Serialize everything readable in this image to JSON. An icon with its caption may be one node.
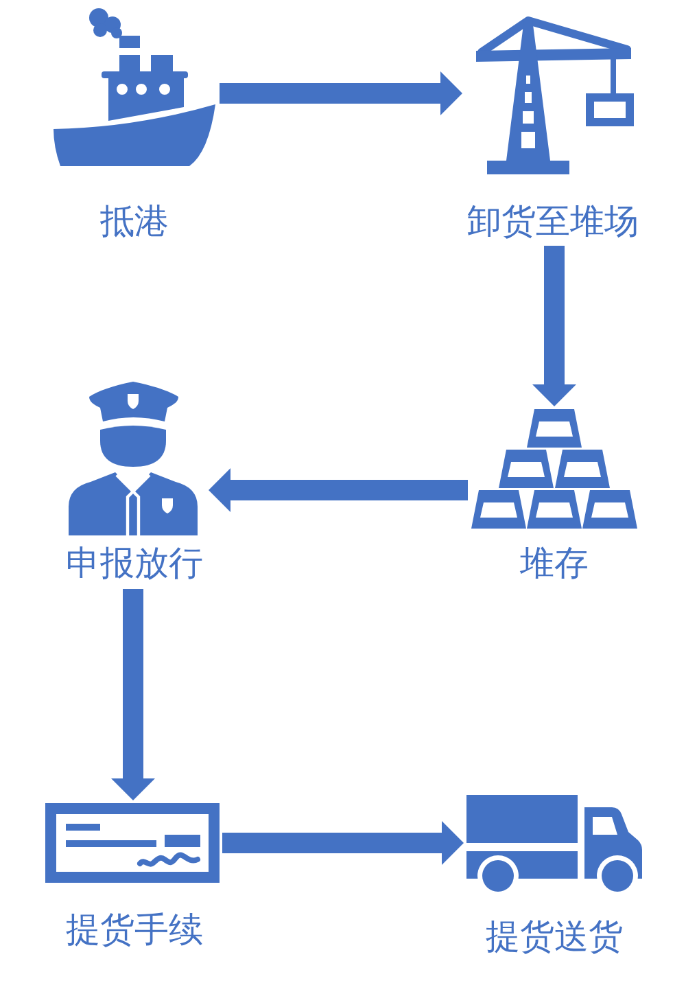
{
  "diagram": {
    "nodes": [
      {
        "text": [
          "抵港"
        ]
      },
      {
        "text": [
          "卸货至堆场"
        ]
      },
      {
        "text": [
          "堆存"
        ]
      },
      {
        "text": [
          "申报放行"
        ]
      },
      {
        "text": [
          "提货手续"
        ]
      },
      {
        "text": [
          "提货送货"
        ]
      }
    ],
    "edges": [
      {
        "from": 0,
        "to": 1,
        "arrow": "to"
      },
      {
        "from": 1,
        "to": 2,
        "arrow": "to"
      },
      {
        "from": 2,
        "to": 3,
        "arrow": "to"
      },
      {
        "from": 3,
        "to": 4,
        "arrow": "to"
      },
      {
        "from": 4,
        "to": 5,
        "arrow": "to"
      }
    ]
  }
}
